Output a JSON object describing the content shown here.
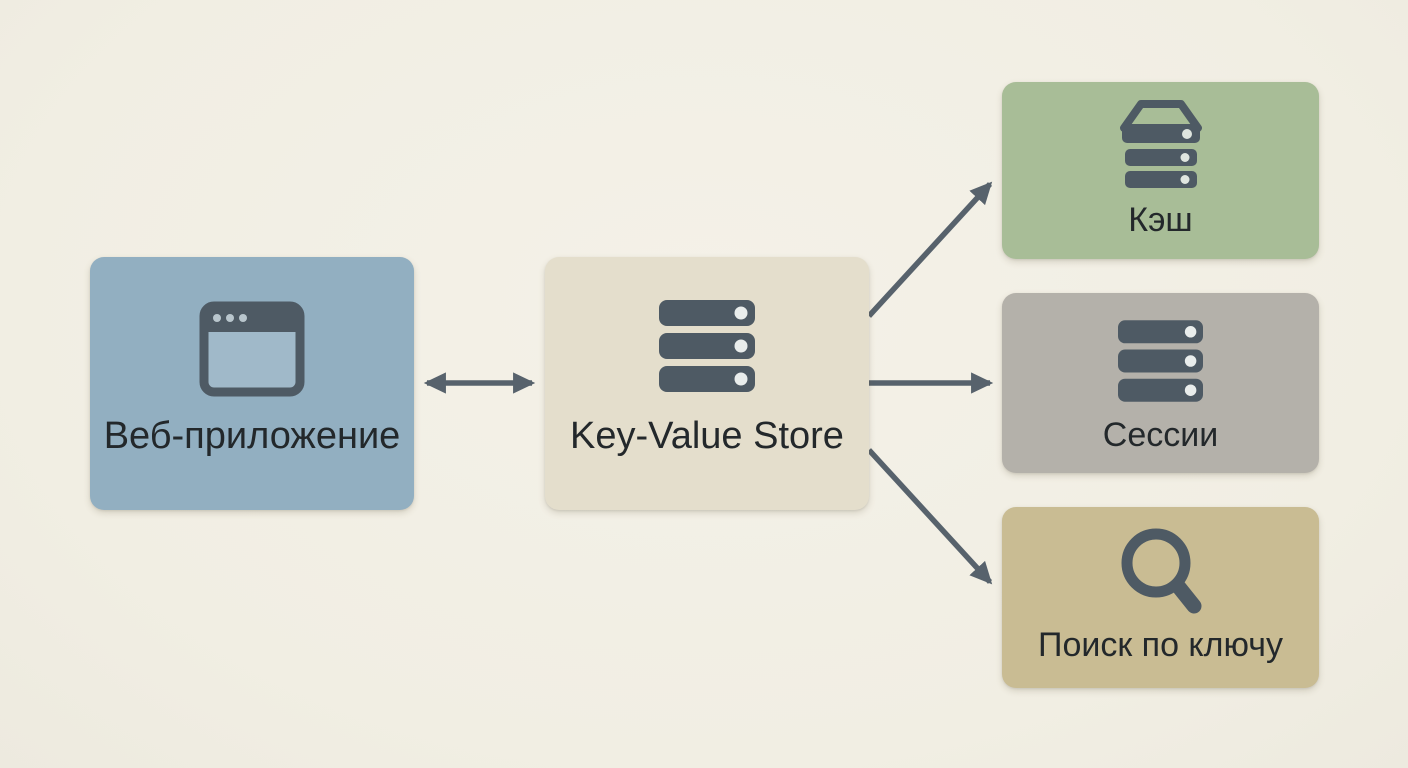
{
  "diagram": {
    "title": "Key-Value Store usage diagram",
    "background_color": "#f2efe6",
    "arrow_color": "#57626c",
    "icon_color": "#4e5a64",
    "text_color": "#23282b",
    "nodes": {
      "web_app": {
        "label": "Веб-приложение",
        "color": "#92afc1",
        "icon": "browser-window-icon"
      },
      "kv_store": {
        "label": "Key-Value Store",
        "color": "#e4decc",
        "icon": "server-stack-icon"
      },
      "cache": {
        "label": "Кэш",
        "color": "#a8bd97",
        "icon": "drive-stack-icon"
      },
      "sessions": {
        "label": "Сессии",
        "color": "#b4b1aa",
        "icon": "server-stack-icon"
      },
      "key_search": {
        "label": "Поиск по ключу",
        "color": "#c9bc93",
        "icon": "search-icon"
      }
    },
    "edges": [
      {
        "from": "web_app",
        "to": "kv_store",
        "direction": "bidirectional"
      },
      {
        "from": "kv_store",
        "to": "cache",
        "direction": "one-way"
      },
      {
        "from": "kv_store",
        "to": "sessions",
        "direction": "one-way"
      },
      {
        "from": "kv_store",
        "to": "key_search",
        "direction": "one-way"
      }
    ]
  }
}
